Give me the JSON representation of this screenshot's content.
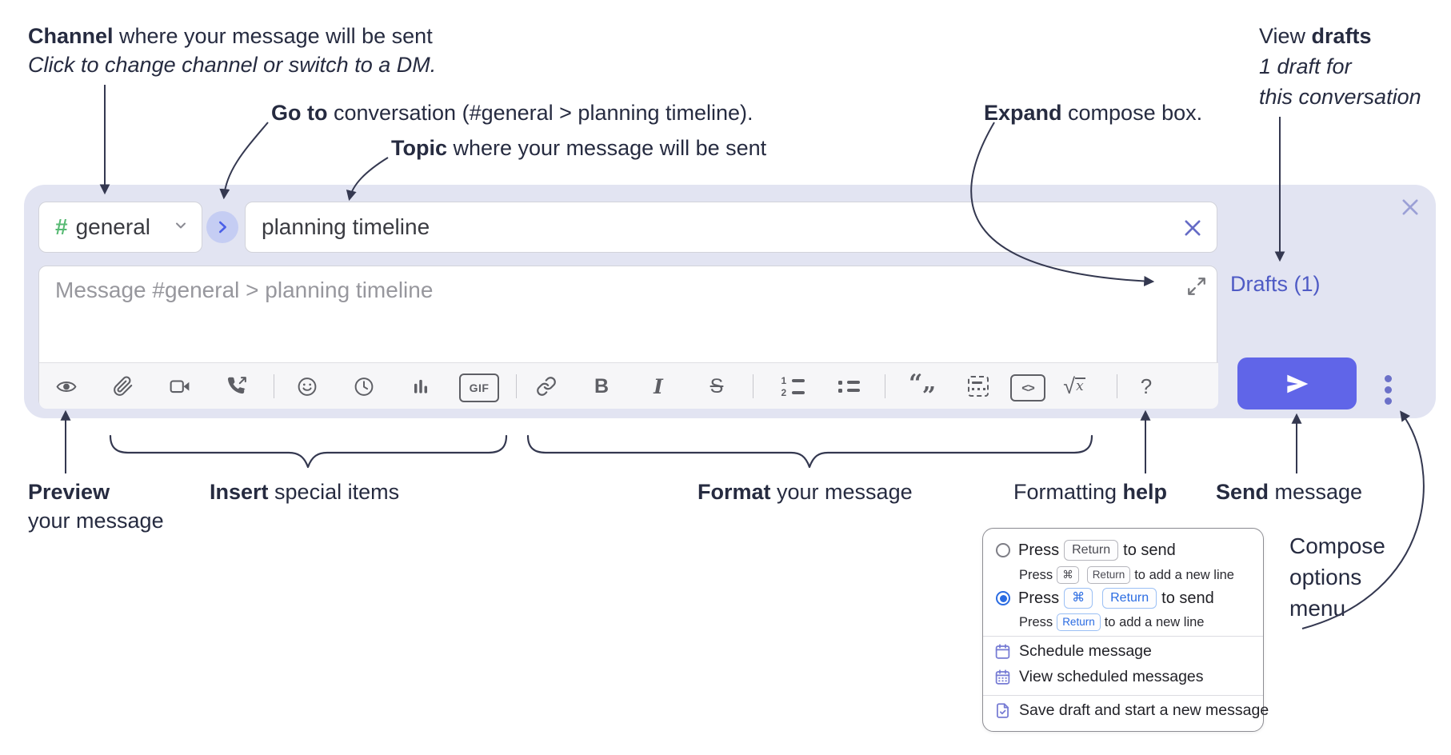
{
  "annotations": {
    "channel": {
      "bold": "Channel",
      "rest": " where your message will be sent",
      "line2": "Click to change channel or switch to a DM."
    },
    "goto": {
      "bold": "Go to",
      "rest": " conversation (#general > planning timeline)."
    },
    "topic": {
      "bold": "Topic",
      "rest": " where your message will be sent"
    },
    "expand": {
      "bold": "Expand",
      "rest": " compose box."
    },
    "view_drafts": {
      "pre": "View ",
      "bold": "drafts",
      "line2": "1 draft for",
      "line3": "this conversation"
    },
    "preview": {
      "bold": "Preview",
      "line2": "your message"
    },
    "insert": {
      "bold": "Insert",
      "rest": " special items"
    },
    "format": {
      "bold": "Format",
      "rest": " your message"
    },
    "help": {
      "pre": "Formatting ",
      "bold": "help"
    },
    "send": {
      "bold": "Send",
      "rest": " message"
    },
    "compose_options": {
      "line1": "Compose",
      "line2": "options",
      "line3": "menu"
    }
  },
  "compose": {
    "hash": "#",
    "channel_name": "general",
    "topic_value": "planning timeline",
    "message_placeholder": "Message #general > planning timeline",
    "drafts_label": "Drafts (1)"
  },
  "toolbar": {
    "gif_label": "GIF",
    "bold_label": "B",
    "italic_label": "I",
    "strike_label": "S",
    "code_label": "<>",
    "sqrt_symbol": "√",
    "math_x": "x",
    "help_label": "?",
    "quote_open": "“",
    "quote_close": "”",
    "ol_num1": "1",
    "ol_num2": "2",
    "icon_names": [
      "preview-icon",
      "paperclip-icon",
      "video-call-icon",
      "voice-call-icon",
      "emoji-icon",
      "clock-icon",
      "poll-icon",
      "gif-icon",
      "link-icon",
      "bold-icon",
      "italic-icon",
      "strikethrough-icon",
      "numbered-list-icon",
      "bulleted-list-icon",
      "quote-icon",
      "spoiler-icon",
      "code-icon",
      "math-icon",
      "help-icon"
    ]
  },
  "popup": {
    "option1": {
      "pre": "Press",
      "key": "Return",
      "post": "to send",
      "sub_pre": "Press",
      "sub_key_cmd": "⌘",
      "sub_key": "Return",
      "sub_post": "to add a new line"
    },
    "option2": {
      "pre": "Press",
      "key_cmd": "⌘",
      "key": "Return",
      "post": "to send",
      "sub_pre": "Press",
      "sub_key": "Return",
      "sub_post": "to add a new line"
    },
    "items": [
      {
        "label": "Schedule message"
      },
      {
        "label": "View scheduled messages"
      },
      {
        "label": "Save draft and start a new message"
      }
    ]
  },
  "colors": {
    "compose_bg": "#e2e4f2",
    "send_button": "#6065e8",
    "drafts_link": "#4f5bc5",
    "hash_green": "#58ba74",
    "radio_selected": "#2b6ce2",
    "annotation_text": "#262b40"
  }
}
